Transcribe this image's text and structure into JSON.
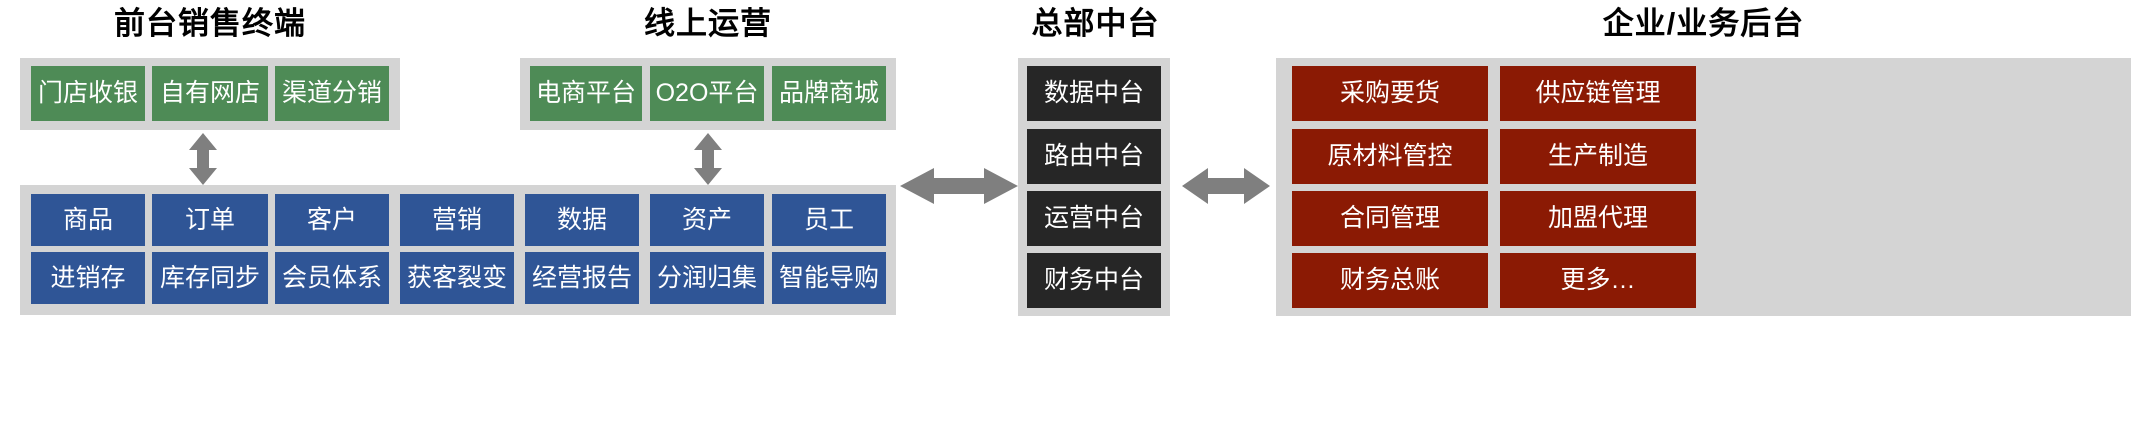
{
  "diagram": {
    "title_font_color": "#000000",
    "palette": {
      "panel_gray": "#d4d4d4",
      "green": "#4e8b56",
      "blue": "#2f5596",
      "dark": "#262626",
      "red": "#8b1a04",
      "arrow_gray": "#7f7f7f",
      "text_white": "#ffffff"
    },
    "groups": {
      "frontline": {
        "title": "前台销售终端",
        "items": [
          "门店收银",
          "自有网店",
          "渠道分销"
        ]
      },
      "online": {
        "title": "线上运营",
        "items": [
          "电商平台",
          "O2O平台",
          "品牌商城"
        ]
      },
      "hq_middle": {
        "title": "总部中台",
        "items": [
          "数据中台",
          "路由中台",
          "运营中台",
          "财务中台"
        ]
      },
      "enterprise_backend": {
        "title": "企业/业务后台",
        "items": [
          "采购要货",
          "供应链管理",
          "原材料管控",
          "生产制造",
          "合同管理",
          "加盟代理",
          "财务总账",
          "更多…"
        ]
      },
      "core_platform": {
        "row1": [
          "商品",
          "订单",
          "客户",
          "营销",
          "数据",
          "资产",
          "员工"
        ],
        "row2": [
          "进销存",
          "库存同步",
          "会员体系",
          "获客裂变",
          "经营报告",
          "分润归集",
          "智能导购"
        ]
      }
    },
    "arrows": {
      "frontline_to_core": "double-vertical-arrow",
      "online_to_core": "double-vertical-arrow",
      "core_to_hq": "double-horizontal-arrow",
      "hq_to_backend": "double-horizontal-arrow"
    }
  }
}
